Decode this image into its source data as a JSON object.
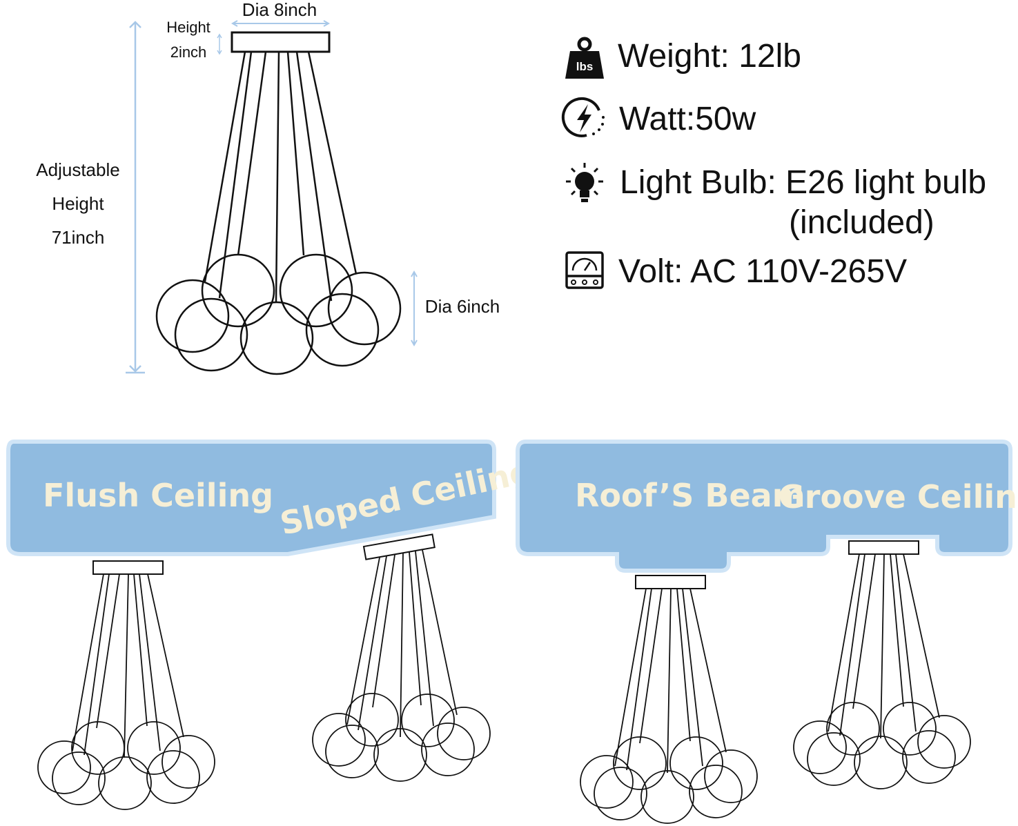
{
  "dimensions": {
    "dia_top": "Dia 8inch",
    "height_small_1": "Height",
    "height_small_2": "2inch",
    "adjustable_1": "Adjustable",
    "adjustable_2": "Height",
    "adjustable_3": "71inch",
    "dia_globe": "Dia 6inch"
  },
  "specs": {
    "weight": "Weight: 12lb",
    "weight_icon_label": "lbs",
    "watt": "Watt:50w",
    "bulb_line1": "Light Bulb: E26 light bulb",
    "bulb_line2": "(included)",
    "volt": "Volt: AC 110V-265V"
  },
  "installations": {
    "flush": "Flush Ceiling",
    "sloped": "Sloped Ceiling",
    "beam": "Roof’S Beam",
    "groove": "Groove Ceiling"
  },
  "icons": [
    "weight-icon",
    "lightning-icon",
    "bulb-icon",
    "voltmeter-icon"
  ],
  "colors": {
    "band_fill": "#90bbe0",
    "band_outline": "#cfe4f6",
    "band_text": "#f6efd6",
    "dimension_line": "#a8c8e8",
    "drawing_line": "#111111"
  }
}
